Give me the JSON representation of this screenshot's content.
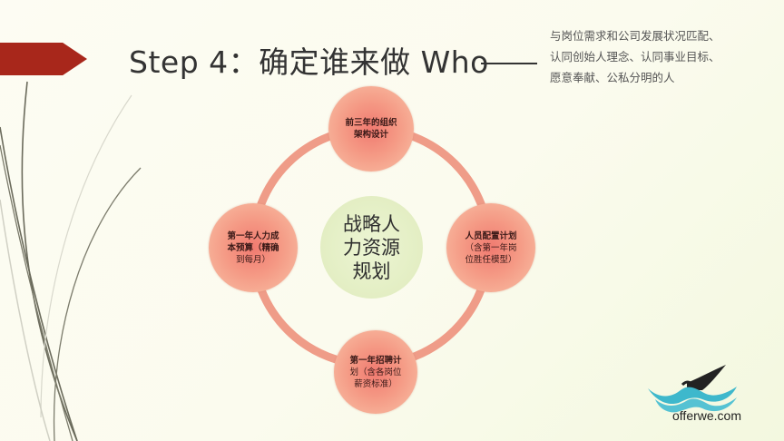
{
  "title": {
    "text": "Step 4：确定谁来做 Who",
    "accent_color": "#a8271b"
  },
  "side_note": {
    "lines": [
      "与岗位需求和公司发展状况匹配、",
      "认同创始人理念、认同事业目标、",
      "愿意奉献、公私分明的人"
    ]
  },
  "diagram": {
    "center": {
      "lines": [
        "战略人",
        "力资源",
        "规划"
      ],
      "color": "#e3eec3"
    },
    "nodes": [
      {
        "position": "top",
        "lines": [
          "前三年的组织",
          "架构设计"
        ]
      },
      {
        "position": "right",
        "lines": [
          "人员配置计划",
          "（含第一年岗",
          "位胜任模型）"
        ]
      },
      {
        "position": "bottom",
        "lines": [
          "第一年招聘计",
          "划（含各岗位",
          "薪资标准）"
        ]
      },
      {
        "position": "left",
        "lines": [
          "第一年人力成",
          "本预算（精确",
          "到每月）"
        ]
      }
    ],
    "node_color": "#f07a70",
    "ring_color": "#ec8a78"
  },
  "logo": {
    "text": "offerwe.com"
  }
}
